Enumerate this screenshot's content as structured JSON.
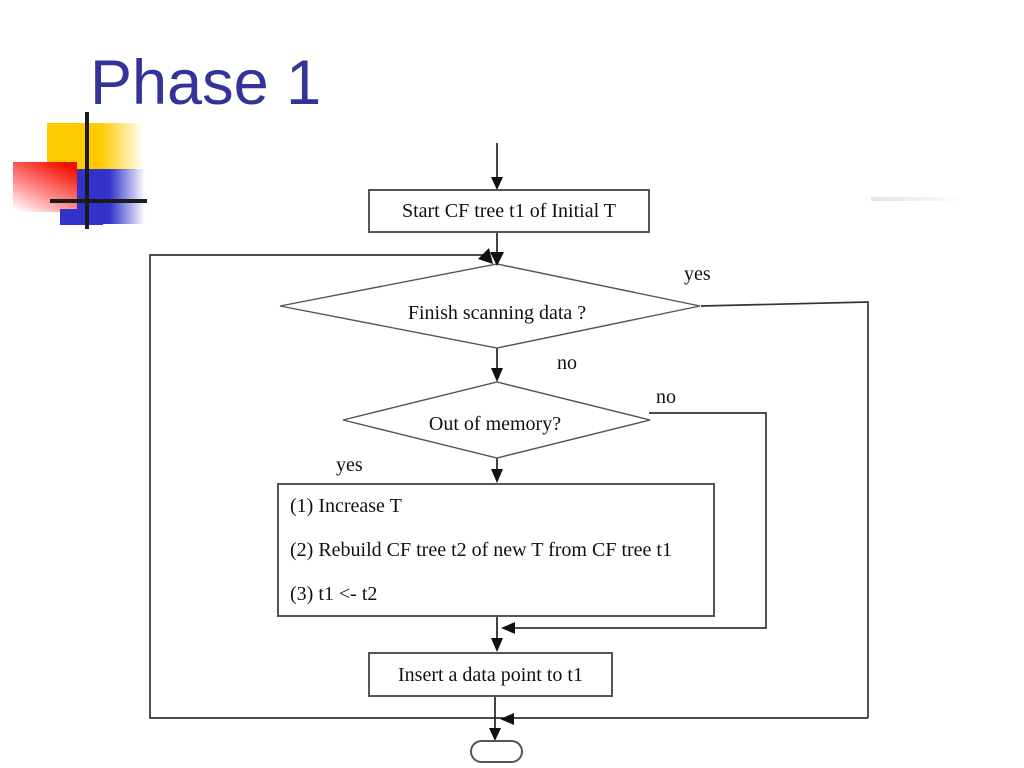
{
  "slide": {
    "title": "Phase 1",
    "title_color": "#333399",
    "background": "#ffffff"
  },
  "flowchart": {
    "start_box": {
      "label": "Start CF tree t1 of Initial T"
    },
    "decision_scan": {
      "label": "Finish scanning data ?",
      "yes_label": "yes",
      "no_label": "no"
    },
    "decision_memory": {
      "label": "Out of memory?",
      "yes_label": "yes",
      "no_label": "no"
    },
    "rebuild_box": {
      "lines": [
        "(1) Increase T",
        "(2) Rebuild CF tree t2 of new T from CF tree t1",
        "(3) t1 <- t2"
      ]
    },
    "insert_box": {
      "label": "Insert a data point to t1"
    },
    "terminal": {
      "label": ""
    },
    "line_color": "#333333",
    "box_border_color": "#555555"
  },
  "decoration": {
    "yellow_square": "#ffca00",
    "red_square": "#f20f00",
    "blue_square": "#3333cc",
    "cross_line_color": "#1b1b1b"
  }
}
